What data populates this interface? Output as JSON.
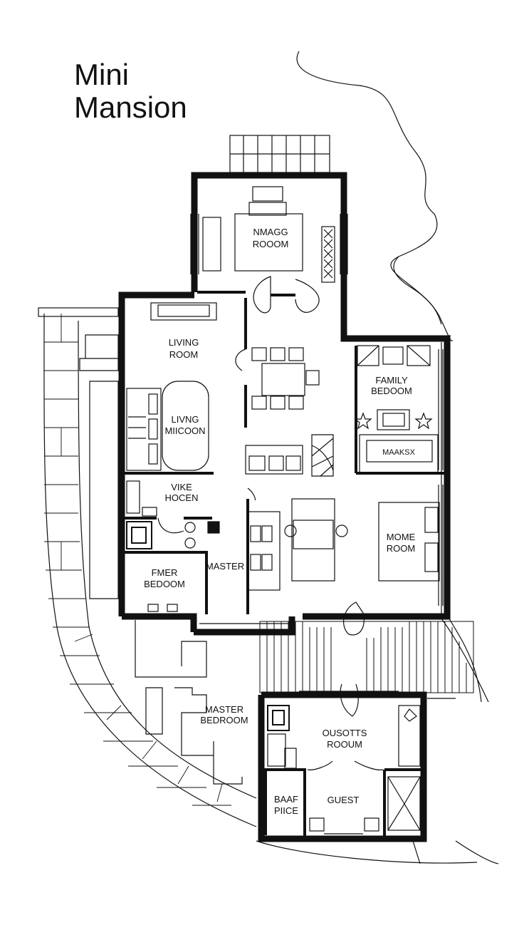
{
  "title": {
    "line1": "Mini",
    "line2": "Mansion"
  },
  "labels": {
    "dining_room": [
      "NMAGG",
      "ROOOM"
    ],
    "living_room": [
      "LIVING",
      "ROOM"
    ],
    "living_mid": [
      "LIVNG",
      "MIICOON"
    ],
    "family_bedroom": [
      "FAMILY",
      "BEDOOM"
    ],
    "family_sofa": [
      "MAAKSX"
    ],
    "kitchen": [
      "VIKE",
      "HOCEN"
    ],
    "more_room": [
      "MOME",
      "ROOM"
    ],
    "small_bedroom": [
      "FMER",
      "BEDOOM"
    ],
    "master": [
      "MASTER"
    ],
    "master_bedroom": [
      "MASTER",
      "BEDROOM"
    ],
    "guests_room": [
      "OUSOTTS",
      "ROOUM"
    ],
    "office": [
      "BAAF",
      "PIICE"
    ],
    "guest": [
      "GUEST"
    ]
  },
  "colors": {
    "ink": "#111111",
    "paper": "#ffffff"
  }
}
